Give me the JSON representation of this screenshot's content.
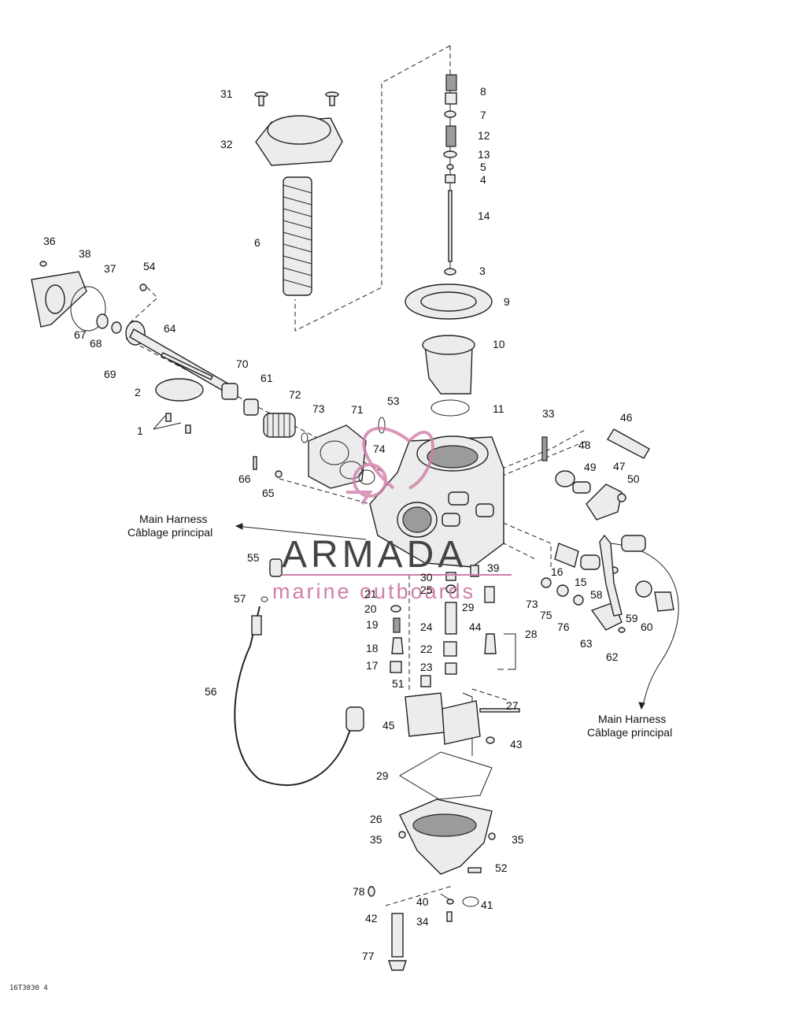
{
  "diagram": {
    "callouts": [
      {
        "id": "c31",
        "text": "31"
      },
      {
        "id": "c32",
        "text": "32"
      },
      {
        "id": "c6",
        "text": "6"
      },
      {
        "id": "c8",
        "text": "8"
      },
      {
        "id": "c7",
        "text": "7"
      },
      {
        "id": "c12",
        "text": "12"
      },
      {
        "id": "c13",
        "text": "13"
      },
      {
        "id": "c5",
        "text": "5"
      },
      {
        "id": "c4",
        "text": "4"
      },
      {
        "id": "c14",
        "text": "14"
      },
      {
        "id": "c3",
        "text": "3"
      },
      {
        "id": "c9",
        "text": "9"
      },
      {
        "id": "c10",
        "text": "10"
      },
      {
        "id": "c11",
        "text": "11"
      },
      {
        "id": "c36",
        "text": "36"
      },
      {
        "id": "c38",
        "text": "38"
      },
      {
        "id": "c37",
        "text": "37"
      },
      {
        "id": "c54",
        "text": "54"
      },
      {
        "id": "c64",
        "text": "64"
      },
      {
        "id": "c67",
        "text": "67"
      },
      {
        "id": "c68",
        "text": "68"
      },
      {
        "id": "c69",
        "text": "69"
      },
      {
        "id": "c70",
        "text": "70"
      },
      {
        "id": "c61",
        "text": "61"
      },
      {
        "id": "c2",
        "text": "2"
      },
      {
        "id": "c72",
        "text": "72"
      },
      {
        "id": "c73a",
        "text": "73"
      },
      {
        "id": "c71",
        "text": "71"
      },
      {
        "id": "c53",
        "text": "53"
      },
      {
        "id": "c1",
        "text": "1"
      },
      {
        "id": "c74",
        "text": "74"
      },
      {
        "id": "c66",
        "text": "66"
      },
      {
        "id": "c65",
        "text": "65"
      },
      {
        "id": "c33",
        "text": "33"
      },
      {
        "id": "c46",
        "text": "46"
      },
      {
        "id": "c48",
        "text": "48"
      },
      {
        "id": "c49",
        "text": "49"
      },
      {
        "id": "c47",
        "text": "47"
      },
      {
        "id": "c50",
        "text": "50"
      },
      {
        "id": "c55",
        "text": "55"
      },
      {
        "id": "c30",
        "text": "30"
      },
      {
        "id": "c39",
        "text": "39"
      },
      {
        "id": "c21",
        "text": "21"
      },
      {
        "id": "c25",
        "text": "25"
      },
      {
        "id": "c57",
        "text": "57"
      },
      {
        "id": "c20",
        "text": "20"
      },
      {
        "id": "c29a",
        "text": "29"
      },
      {
        "id": "c19",
        "text": "19"
      },
      {
        "id": "c24",
        "text": "24"
      },
      {
        "id": "c44",
        "text": "44"
      },
      {
        "id": "c28",
        "text": "28"
      },
      {
        "id": "c18",
        "text": "18"
      },
      {
        "id": "c22",
        "text": "22"
      },
      {
        "id": "c17",
        "text": "17"
      },
      {
        "id": "c23",
        "text": "23"
      },
      {
        "id": "c16",
        "text": "16"
      },
      {
        "id": "c15",
        "text": "15"
      },
      {
        "id": "c58",
        "text": "58"
      },
      {
        "id": "c73b",
        "text": "73"
      },
      {
        "id": "c75",
        "text": "75"
      },
      {
        "id": "c76",
        "text": "76"
      },
      {
        "id": "c59",
        "text": "59"
      },
      {
        "id": "c60",
        "text": "60"
      },
      {
        "id": "c63",
        "text": "63"
      },
      {
        "id": "c62",
        "text": "62"
      },
      {
        "id": "c51",
        "text": "51"
      },
      {
        "id": "c56",
        "text": "56"
      },
      {
        "id": "c27",
        "text": "27"
      },
      {
        "id": "c45",
        "text": "45"
      },
      {
        "id": "c43",
        "text": "43"
      },
      {
        "id": "c29b",
        "text": "29"
      },
      {
        "id": "c26",
        "text": "26"
      },
      {
        "id": "c35a",
        "text": "35"
      },
      {
        "id": "c35b",
        "text": "35"
      },
      {
        "id": "c52",
        "text": "52"
      },
      {
        "id": "c78",
        "text": "78"
      },
      {
        "id": "c40",
        "text": "40"
      },
      {
        "id": "c41",
        "text": "41"
      },
      {
        "id": "c42",
        "text": "42"
      },
      {
        "id": "c34",
        "text": "34"
      },
      {
        "id": "c77",
        "text": "77"
      }
    ],
    "captions": {
      "left_main_harness_en": "Main Harness",
      "left_main_harness_fr": "Câblage principal",
      "right_main_harness_en": "Main Harness",
      "right_main_harness_fr": "Câblage principal"
    },
    "figure_ref": "16T3030 4"
  },
  "watermark": {
    "brand": "ARMADA",
    "tagline": "marine outboards",
    "accent_color": "#d17ea8",
    "text_color": "#444444"
  }
}
